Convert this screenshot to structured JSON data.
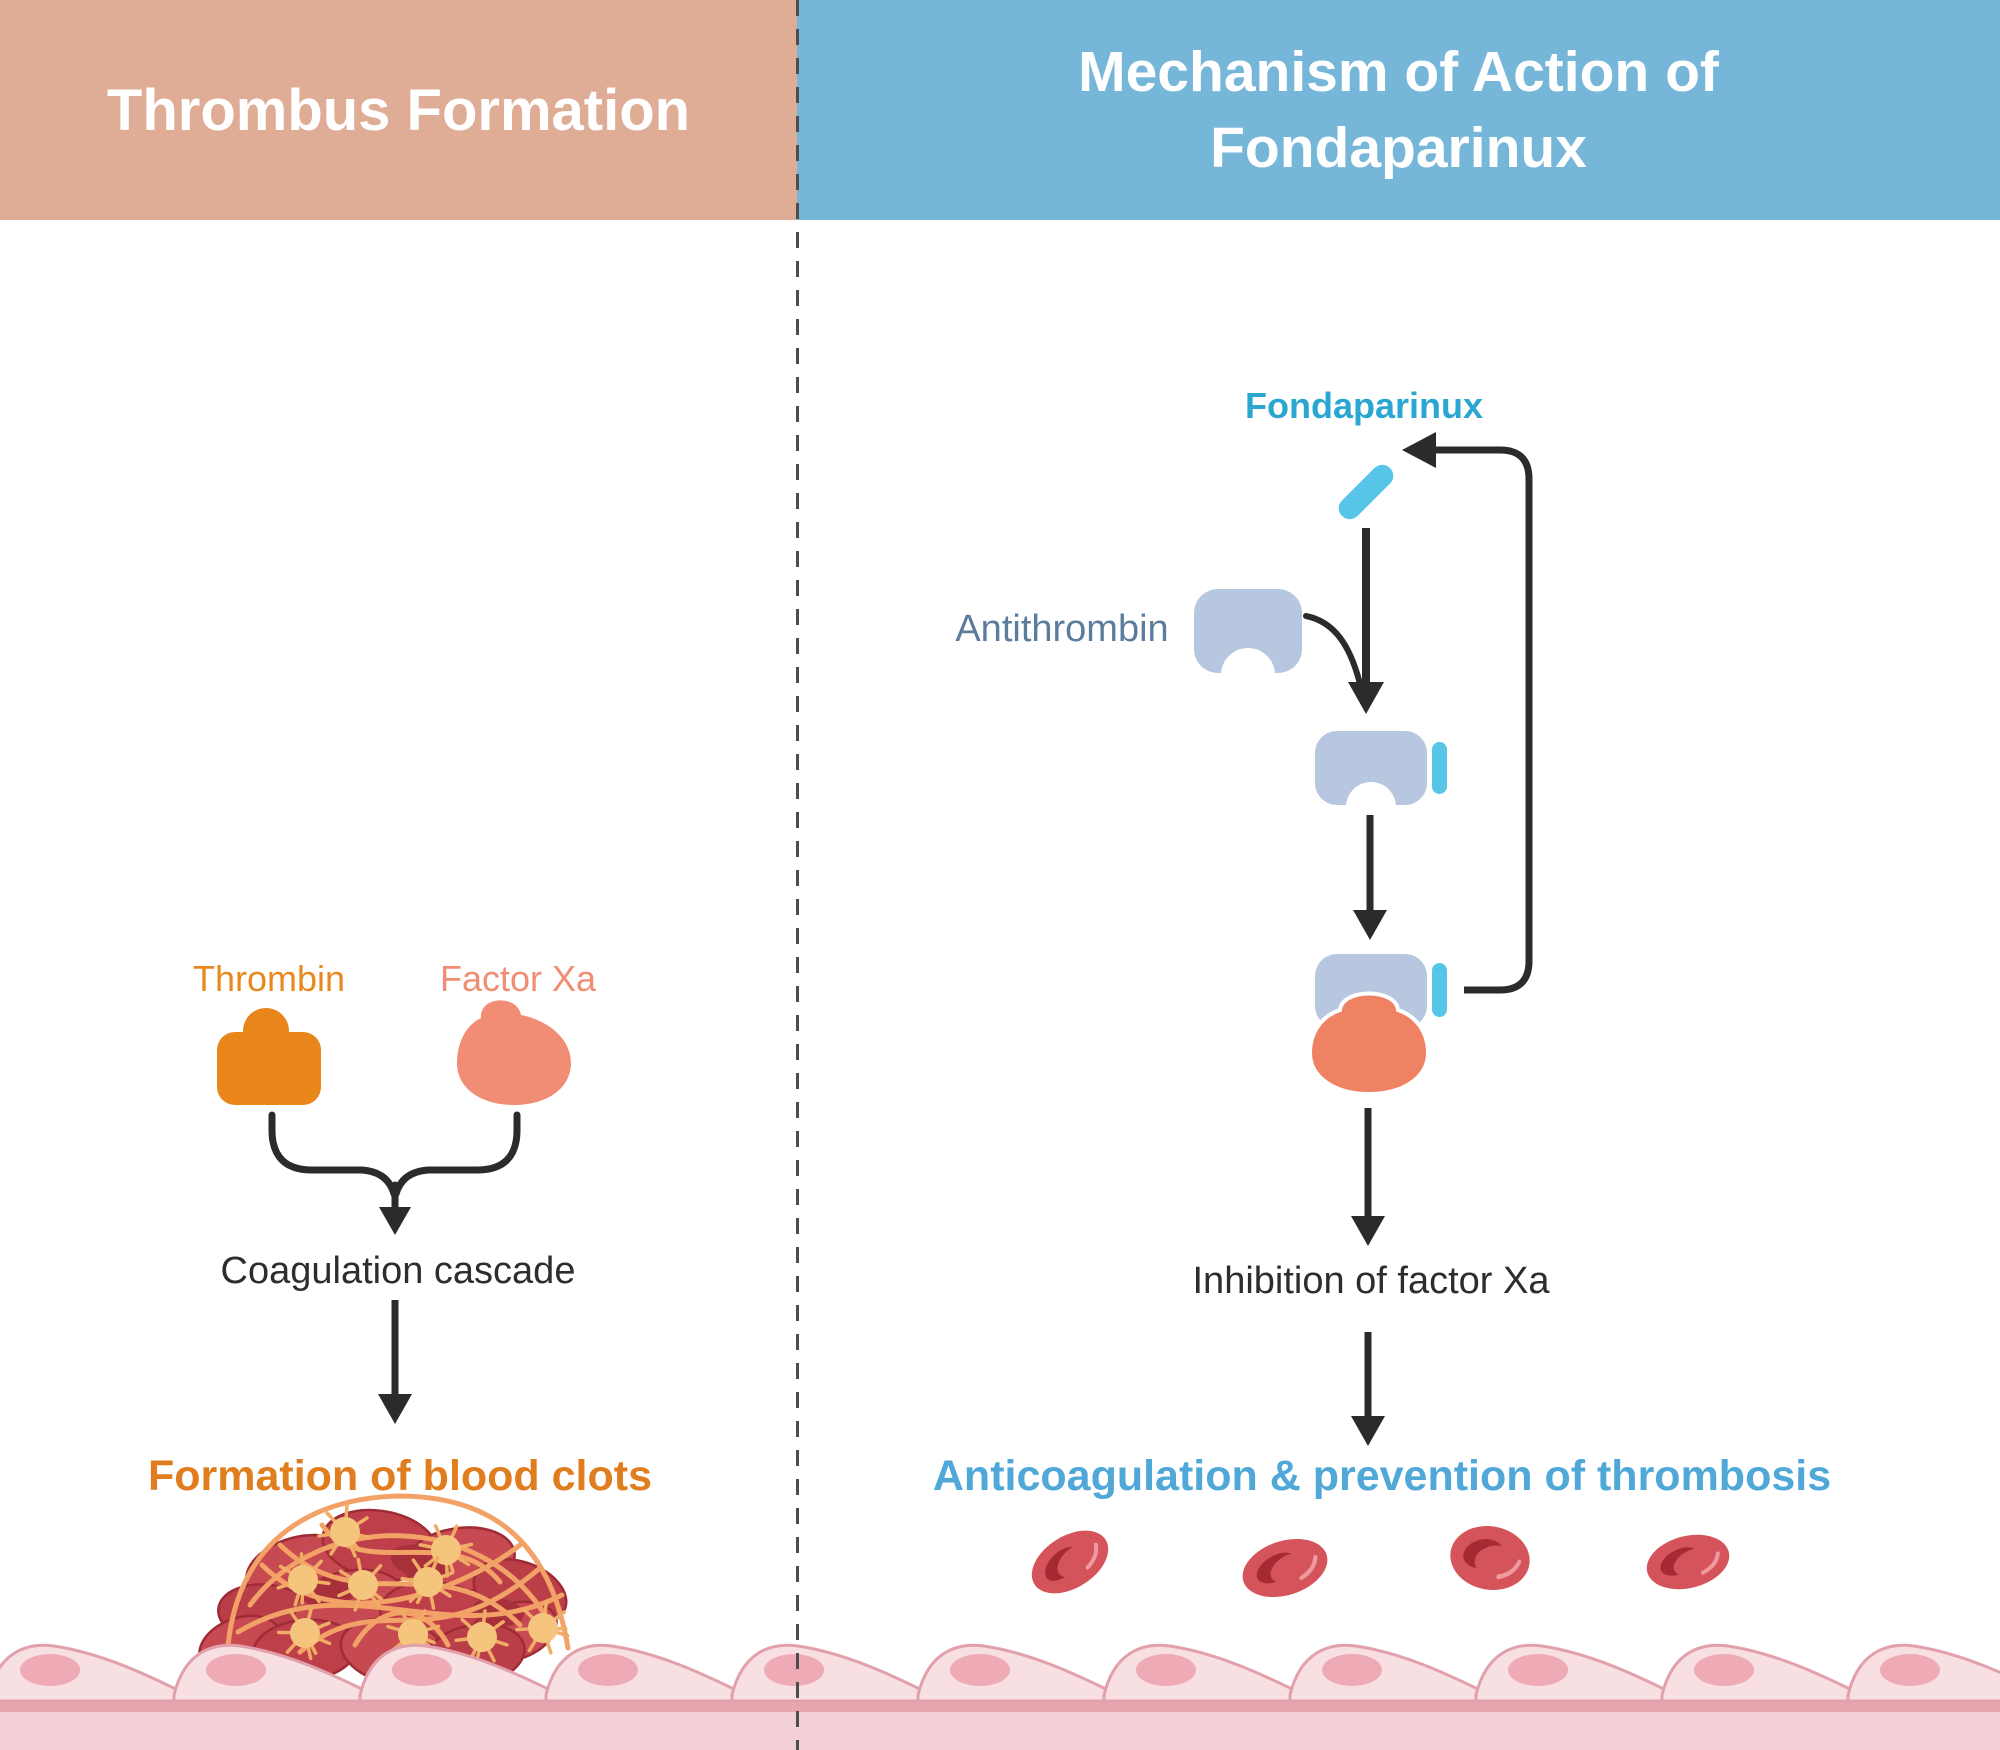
{
  "left_panel": {
    "header": "Thrombus Formation",
    "thrombin_label": "Thrombin",
    "factor_xa_label": "Factor Xa",
    "cascade_label": "Coagulation cascade",
    "outcome_label": "Formation of blood clots",
    "icons": [
      "thrombin-icon",
      "factor-xa-icon",
      "merge-arrow-icon",
      "down-arrow-icon",
      "blood-clot-icon",
      "endothelium-icon"
    ]
  },
  "right_panel": {
    "header_line1": "Mechanism of Action of",
    "header_line2": "Fondaparinux",
    "fondaparinux_label": "Fondaparinux",
    "antithrombin_label": "Antithrombin",
    "inhibition_label": "Inhibition of factor Xa",
    "outcome_label": "Anticoagulation & prevention of thrombosis",
    "icons": [
      "fondaparinux-rod-icon",
      "antithrombin-icon",
      "antithrombin-fondaparinux-complex-icon",
      "antithrombin-fondaparinux-factor-xa-complex-icon",
      "feedback-loop-arrow-icon",
      "red-blood-cell-icon",
      "endothelium-icon"
    ]
  },
  "colors": {
    "header_left_bg": "#dfac96",
    "header_right_bg": "#76b6d9",
    "header_text": "#ffffff",
    "divider": "#4d4d4d",
    "arrow": "#2b2b2b",
    "thrombin": "#e8861c",
    "factor_xa": "#f08d74",
    "fondaparinux_label": "#2aa7d1",
    "fondaparinux_rod": "#56c5e8",
    "antithrombin_label": "#5c7c9e",
    "antithrombin_shape": "#b7c7df",
    "factor_xa_complex": "#ef8262",
    "outcome_left_text": "#e07d1e",
    "outcome_right_text": "#4fa8d8",
    "clot_red": "#c74952",
    "fibrin": "#f2a267",
    "platelet": "#f5c57e",
    "rbc_body": "#d5545c",
    "rbc_dark": "#a62a34",
    "cell_fill": "#f8dfe2",
    "cell_outline": "#e2a0ab",
    "cell_nucleus": "#efabb5",
    "band_dark": "#e7a6af",
    "band_light": "#f3d0d5"
  }
}
